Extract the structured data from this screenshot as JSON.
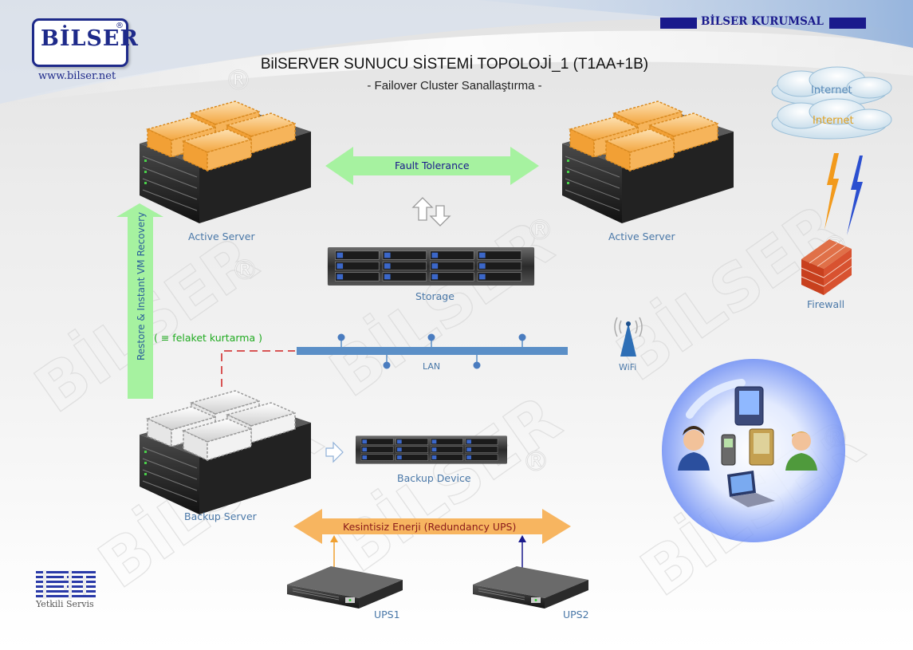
{
  "header": {
    "logo_text": "BİLSER",
    "logo_reg": "®",
    "website": "www.bilser.net",
    "brand_banner": "BİLSER KURUMSAL",
    "title": "BilSERVER SUNUCU SİSTEMİ TOPOLOJİ_1 (T1AA+1B)",
    "subtitle": "- Failover Cluster Sanallaştırma -"
  },
  "watermark": {
    "text": "BİLSER",
    "reg": "®"
  },
  "nodes": {
    "active_server_left": "Active Server",
    "active_server_right": "Active Server",
    "storage": "Storage",
    "backup_server": "Backup Server",
    "backup_device": "Backup Device",
    "firewall": "Firewall",
    "wifi": "WiFi",
    "lan": "LAN",
    "internet_1": "Internet",
    "internet_2": "Internet",
    "ups1": "UPS1",
    "ups2": "UPS2"
  },
  "arrows": {
    "fault_tolerance": "Fault Tolerance",
    "restore": "Restore & Instant VM Recovery",
    "disaster_recovery": "( ≡ felaket kurtarma )",
    "ups": "Kesintisiz Enerji (Redundancy UPS)"
  },
  "footer": {
    "ibm_logo": "IBM",
    "ibm_caption": "Yetkili Servis"
  },
  "colors": {
    "label_blue": "#4a78a8",
    "navy": "#1a1a8c",
    "green_arrow": "#a6f2a0",
    "orange_arrow": "#f7b560",
    "recovery_green": "#1faa1f",
    "internet_orange": "#e0a020",
    "lan_blue": "#5b8fc7"
  }
}
